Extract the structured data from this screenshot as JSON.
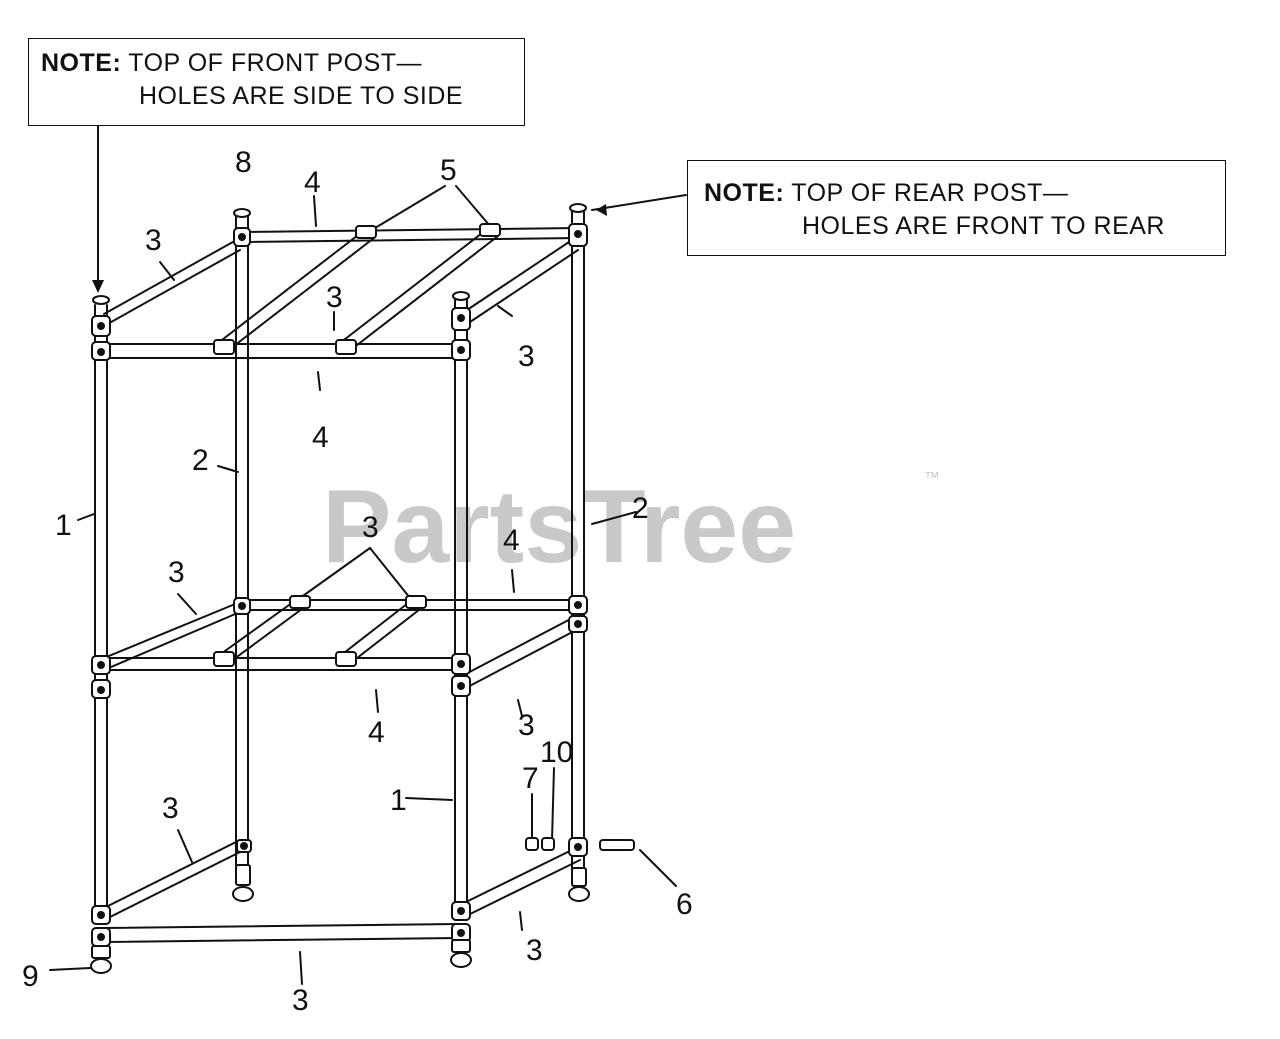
{
  "notes": {
    "front": {
      "label": "NOTE:",
      "line1": "TOP OF FRONT POST—",
      "line2": "HOLES ARE SIDE TO SIDE"
    },
    "rear": {
      "label": "NOTE:",
      "line1": "TOP OF REAR POST—",
      "line2": "HOLES ARE FRONT TO REAR"
    }
  },
  "watermark": {
    "text": "PartsTree",
    "mark": "™"
  },
  "callouts": {
    "c8": "8",
    "c4a": "4",
    "c5": "5",
    "c3a": "3",
    "c3b": "3",
    "c3c": "3",
    "c4b": "4",
    "c2a": "2",
    "c2b": "2",
    "c1a": "1",
    "c3d": "3",
    "c3e": "3",
    "c4c": "4",
    "c4d": "4",
    "c3f": "3",
    "c10": "10",
    "c7": "7",
    "c1b": "1",
    "c3g": "3",
    "c6": "6",
    "c3h": "3",
    "c9": "9",
    "c3i": "3"
  }
}
